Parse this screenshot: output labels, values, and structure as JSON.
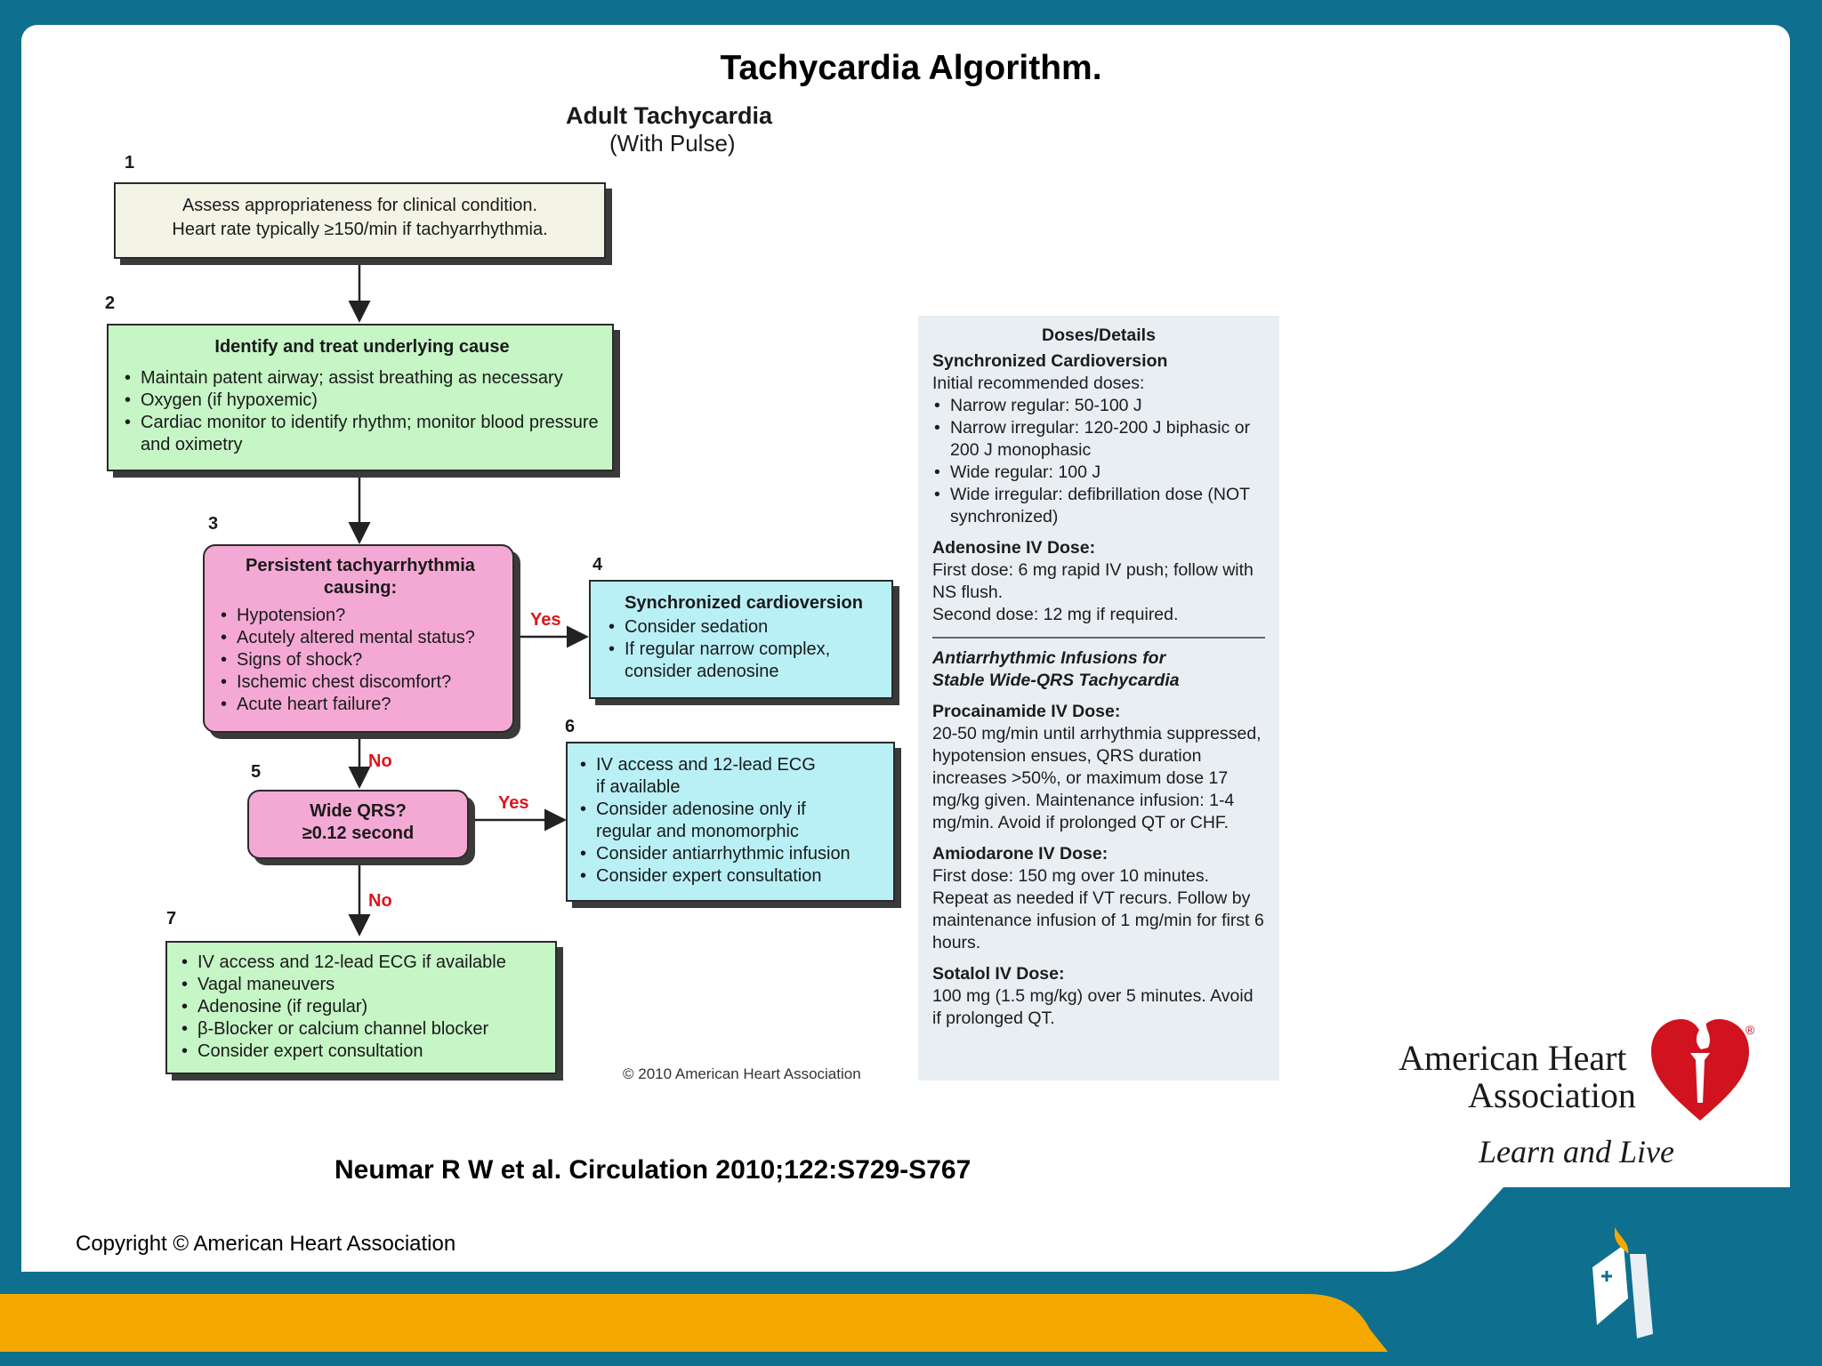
{
  "slide_title": "Tachycardia Algorithm.",
  "algorithm": {
    "title": "Adult Tachycardia",
    "subtitle": "(With Pulse)",
    "steps": [
      {
        "number": "1",
        "lines": [
          "Assess appropriateness for clinical condition.",
          "Heart rate typically ≥150/min if tachyarrhythmia."
        ]
      },
      {
        "number": "2",
        "heading": "Identify and treat underlying cause",
        "bullets": [
          "Maintain patent airway; assist breathing as necessary",
          "Oxygen (if hypoxemic)",
          "Cardiac monitor to identify rhythm; monitor blood pressure and oximetry"
        ]
      },
      {
        "number": "3",
        "heading": "Persistent tachyarrhythmia causing:",
        "bullets": [
          "Hypotension?",
          "Acutely altered mental status?",
          "Signs of shock?",
          "Ischemic chest discomfort?",
          "Acute heart failure?"
        ]
      },
      {
        "number": "4",
        "heading": "Synchronized cardioversion",
        "bullets": [
          "Consider sedation",
          "If regular narrow complex, consider adenosine"
        ]
      },
      {
        "number": "5",
        "heading": "Wide QRS?",
        "subheading": "≥0.12 second"
      },
      {
        "number": "6",
        "bullets": [
          "IV access and 12-lead ECG if available",
          "Consider adenosine only if regular and monomorphic",
          "Consider antiarrhythmic infusion",
          "Consider expert consultation"
        ]
      },
      {
        "number": "7",
        "bullets": [
          "IV access and 12-lead ECG if available",
          "Vagal maneuvers",
          "Adenosine (if regular)",
          "β-Blocker or calcium channel blocker",
          "Consider expert consultation"
        ]
      }
    ],
    "labels": {
      "yes": "Yes",
      "no": "No"
    },
    "copyright_small": "© 2010 American Heart Association"
  },
  "doses": {
    "title": "Doses/Details",
    "sync": {
      "heading": "Synchronized Cardioversion",
      "intro": "Initial recommended doses:",
      "bullets": [
        "Narrow regular: 50-100 J",
        "Narrow irregular: 120-200 J biphasic or 200 J monophasic",
        "Wide regular: 100 J",
        "Wide irregular: defibrillation dose (NOT synchronized)"
      ]
    },
    "adenosine": {
      "heading": "Adenosine IV Dose:",
      "text1": "First dose: 6 mg rapid IV push; follow with NS flush.",
      "text2": "Second dose: 12 mg if required."
    },
    "infusions_heading": "Antiarrhythmic Infusions for Stable Wide-QRS Tachycardia",
    "procainamide": {
      "heading": "Procainamide IV Dose:",
      "text": "20-50 mg/min until arrhythmia suppressed, hypotension ensues, QRS duration increases >50%, or maximum dose 17 mg/kg given. Maintenance infusion: 1-4 mg/min. Avoid if prolonged QT or CHF."
    },
    "amiodarone": {
      "heading": "Amiodarone IV Dose:",
      "text": "First dose: 150 mg over 10 minutes. Repeat as needed if VT recurs. Follow by maintenance infusion of 1 mg/min for first 6 hours."
    },
    "sotalol": {
      "heading": "Sotalol IV Dose:",
      "text": "100 mg (1.5 mg/kg) over 5 minutes. Avoid if prolonged QT."
    }
  },
  "aha_logo": {
    "line1": "American Heart",
    "line2": "Association",
    "tagline": "Learn and Live",
    "registered": "®"
  },
  "citation": "Neumar R W et al. Circulation 2010;122:S729-S767",
  "copyright": "Copyright © American Heart Association",
  "colors": {
    "frame": "#0e6f8e",
    "stripe": "#f5a800",
    "green": "#c6f5c6",
    "pink": "#f3a9d4",
    "cyan": "#b8f0f6",
    "aha_red": "#d0131f",
    "red_label": "#e0141c"
  }
}
